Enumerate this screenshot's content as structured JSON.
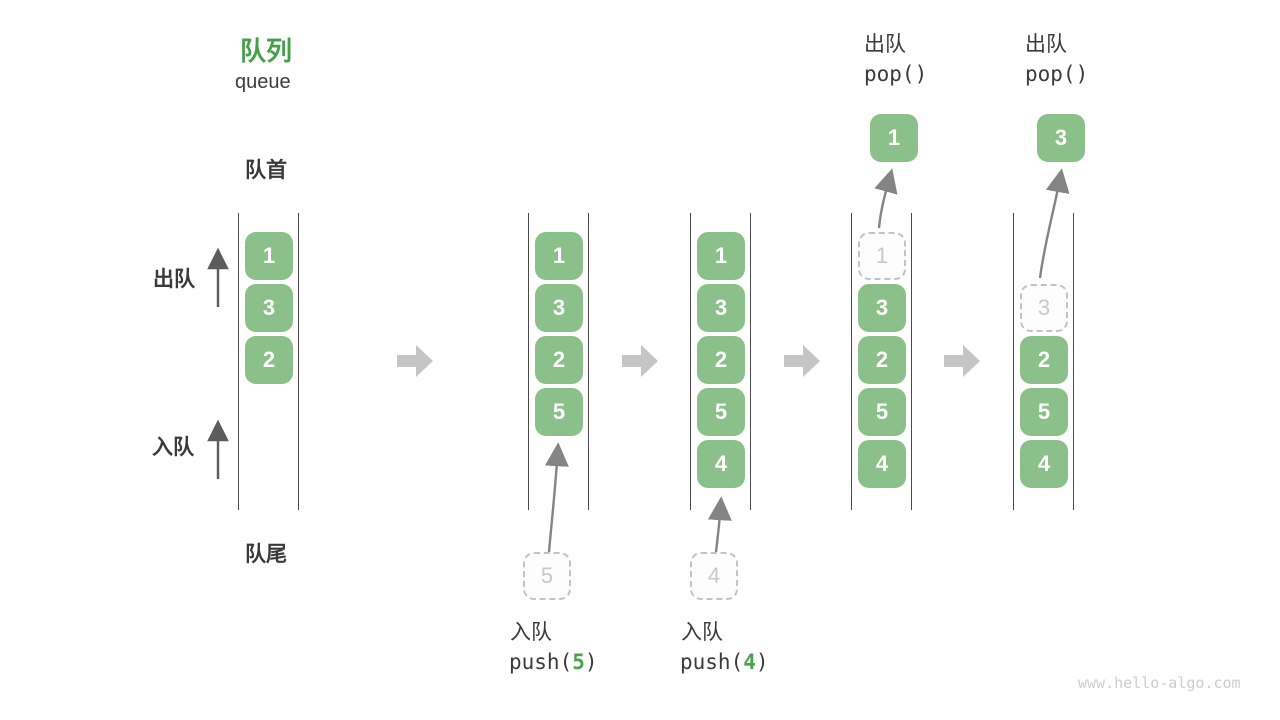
{
  "title": {
    "zh": "队列",
    "en": "queue"
  },
  "side_labels": {
    "front": "队首",
    "rear": "队尾",
    "dequeue": "出队",
    "enqueue": "入队"
  },
  "states": [
    {
      "boxes": [
        "1",
        "3",
        "2"
      ]
    },
    {
      "boxes": [
        "1",
        "3",
        "2",
        "5"
      ],
      "ghost": "5",
      "op": {
        "zh": "入队",
        "fn": "push(",
        "arg": "5",
        "close": ")"
      }
    },
    {
      "boxes": [
        "1",
        "3",
        "2",
        "5",
        "4"
      ],
      "ghost": "4",
      "op": {
        "zh": "入队",
        "fn": "push(",
        "arg": "4",
        "close": ")"
      }
    },
    {
      "boxes": [
        "3",
        "2",
        "5",
        "4"
      ],
      "ghost": "1",
      "popped": "1",
      "op": {
        "zh": "出队",
        "fn": "pop(",
        "close": ")"
      }
    },
    {
      "boxes": [
        "2",
        "5",
        "4"
      ],
      "ghost": "3",
      "popped": "3",
      "op": {
        "zh": "出队",
        "fn": "pop(",
        "close": ")"
      }
    }
  ],
  "colors": {
    "box_green": "#8CC08A",
    "accent_green": "#45A049",
    "channel_line": "#4a4a4a",
    "transition_arrow_gray": "#c5c5c5",
    "curve_arrow_gray": "#848484",
    "ghost_gray": "#c8c8c8"
  },
  "watermark": "www.hello-algo.com"
}
